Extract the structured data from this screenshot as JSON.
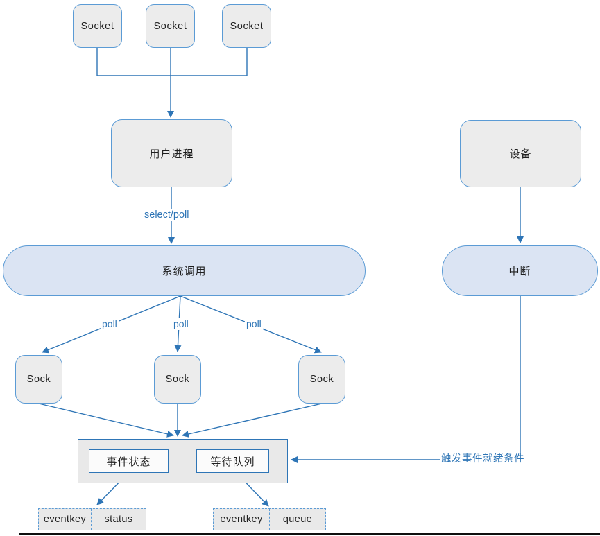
{
  "diagram": {
    "description": "select/poll I/O multiplexing flow diagram",
    "colors": {
      "connector_blue": "#2e75b6",
      "node_border_blue": "#5b9bd5",
      "node_fill_gray": "#ececec",
      "pill_fill_blue": "#dbe4f3",
      "label_text_blue": "#2e75b6"
    },
    "nodes": {
      "socket1": "Socket",
      "socket2": "Socket",
      "socket3": "Socket",
      "user_process": "用户进程",
      "system_call": "系统调用",
      "sock1": "Sock",
      "sock2": "Sock",
      "sock3": "Sock",
      "event_state": "事件状态",
      "wait_queue": "等待队列",
      "device": "设备",
      "interrupt": "中断"
    },
    "edge_labels": {
      "select_poll": "select/poll",
      "poll_left": "poll",
      "poll_middle": "poll",
      "poll_right": "poll",
      "trigger_condition": "触发事件就绪条件"
    },
    "tables": {
      "left": {
        "cells": [
          "eventkey",
          "status"
        ]
      },
      "right": {
        "cells": [
          "eventkey",
          "queue"
        ]
      }
    }
  }
}
